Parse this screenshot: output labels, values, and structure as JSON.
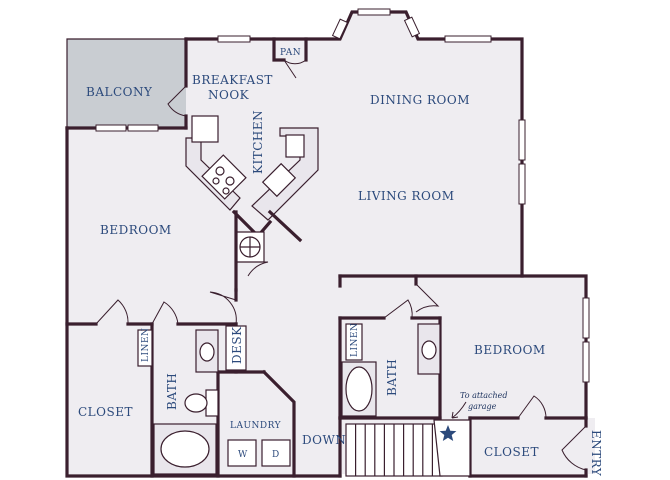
{
  "rooms": {
    "balcony": "BALCONY",
    "breakfast_1": "BREAKFAST",
    "breakfast_2": "NOOK",
    "pantry": "PAN",
    "kitchen": "KITCHEN",
    "dining": "DINING ROOM",
    "living": "LIVING ROOM",
    "bedroom_left": "BEDROOM",
    "bedroom_right": "BEDROOM",
    "linen_left": "LINEN",
    "linen_right": "LINEN",
    "desk": "DESK",
    "bath_left": "BATH",
    "bath_right": "BATH",
    "closet_left": "CLOSET",
    "closet_right": "CLOSET",
    "laundry": "LAUNDRY",
    "washer": "W",
    "dryer": "D",
    "down": "DOWN",
    "garage_1": "To attached",
    "garage_2": "garage",
    "entry": "ENTRY"
  },
  "colors": {
    "floor": "#efedf1",
    "balcony": "#c9cdd2",
    "wall": "#3a1f2e",
    "label": "#2c4a7c"
  }
}
